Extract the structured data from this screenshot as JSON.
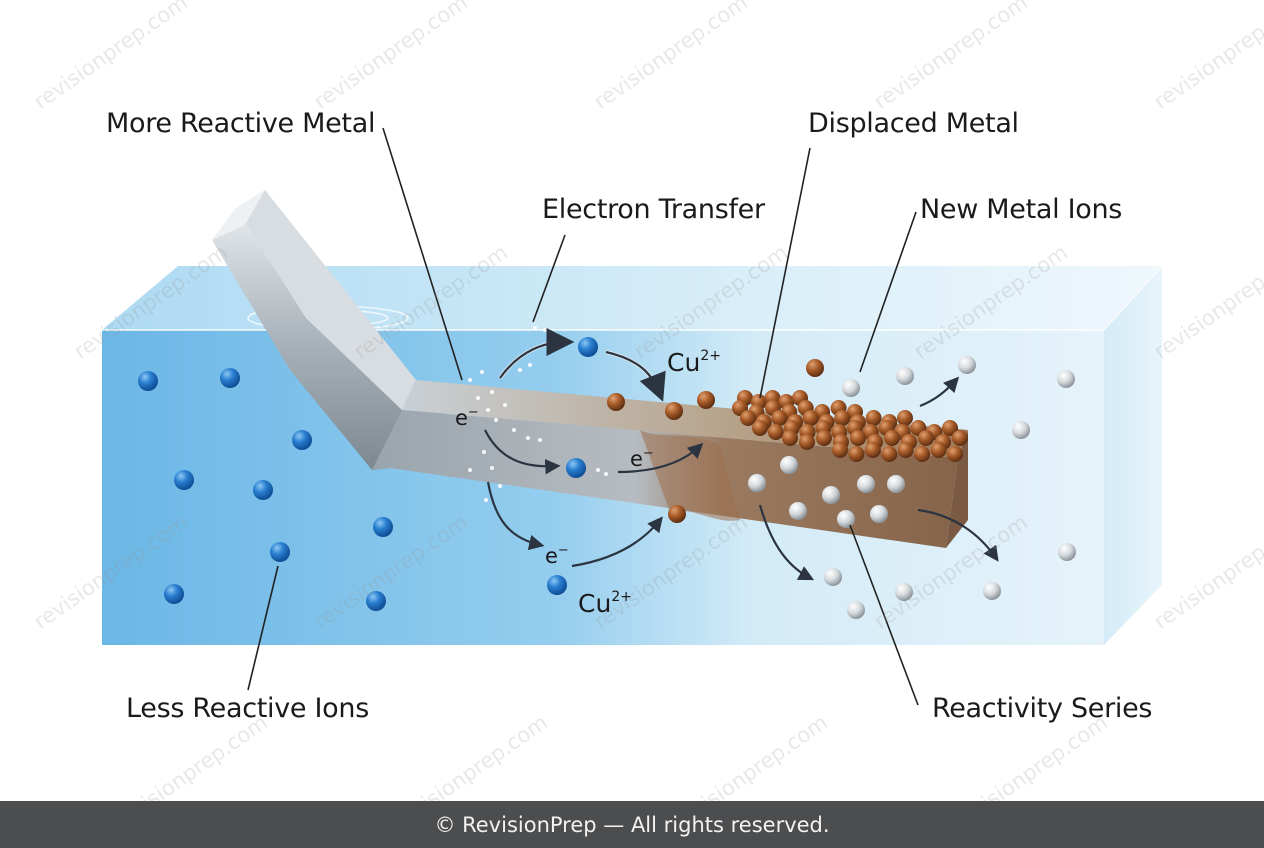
{
  "labels": {
    "more_reactive_metal": "More Reactive Metal",
    "electron_transfer": "Electron Transfer",
    "displaced_metal": "Displaced Metal",
    "new_metal_ions": "New Metal Ions",
    "less_reactive_ions": "Less Reactive Ions",
    "reactivity_series": "Reactivity Series"
  },
  "annotations": {
    "cu_top": "Cu",
    "cu_top_charge": "2+",
    "cu_bottom": "Cu",
    "cu_bottom_charge": "2+",
    "electron_1": "e",
    "electron_2": "e",
    "electron_3": "e",
    "electron_charge": "−"
  },
  "watermark": "revisionprep.com",
  "footer": "© RevisionPrep — All rights reserved.",
  "colors": {
    "solution": "#7cc0e6",
    "blue_ion": "#1f6fc0",
    "copper": "#a0582a",
    "silver_ion": "#cfd3d6",
    "footer_bg": "#4c4d4f"
  }
}
